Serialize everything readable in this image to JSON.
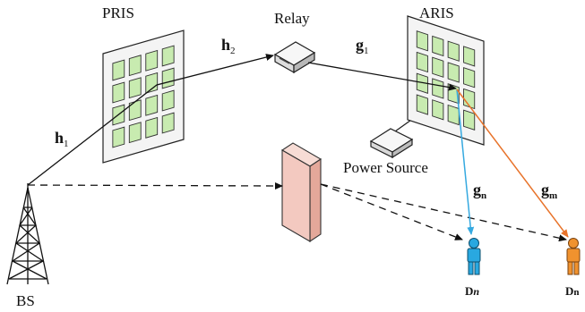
{
  "labels": {
    "pris": "PRIS",
    "relay": "Relay",
    "aris": "ARIS",
    "power_source": "Power Source",
    "bs": "BS"
  },
  "channels": {
    "h1": {
      "main": "h",
      "sub": "1"
    },
    "h2": {
      "main": "h",
      "sub": "2"
    },
    "g1": {
      "main": "g",
      "sub": "1"
    },
    "gn": {
      "main": "g",
      "sub": "n"
    },
    "gm": {
      "main": "g",
      "sub": "m"
    }
  },
  "users": {
    "dn_italic": {
      "main": "D",
      "sub": "n"
    },
    "dn": {
      "main": "D",
      "sub": "n"
    }
  },
  "colors": {
    "panel_green": "#c8ebb0",
    "panel_frame": "#f4f4f4",
    "wall": "#f3c9c0",
    "user_blue": "#29a8e0",
    "user_orange": "#f0922e",
    "arrow_blue": "#35a9e0",
    "arrow_orange": "#e8732a"
  }
}
